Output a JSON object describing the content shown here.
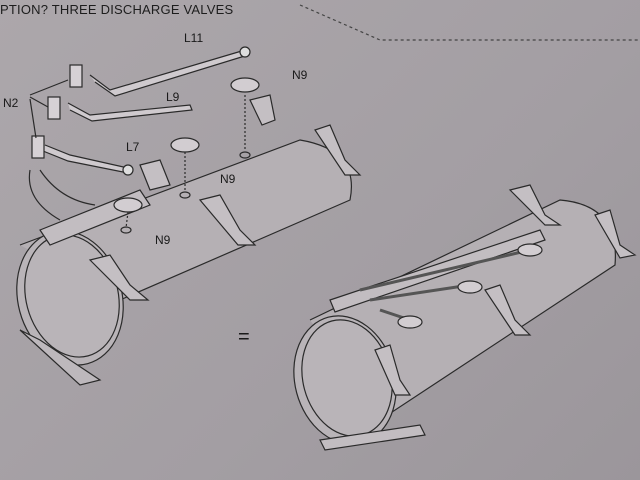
{
  "header": {
    "title": "PTION? THREE DISCHARGE VALVES"
  },
  "labels": {
    "l11": "L11",
    "l9": "L9",
    "l7": "L7",
    "n2": "N2",
    "n9_a": "N9",
    "n9_b": "N9",
    "n9_c": "N9",
    "equals": "="
  }
}
